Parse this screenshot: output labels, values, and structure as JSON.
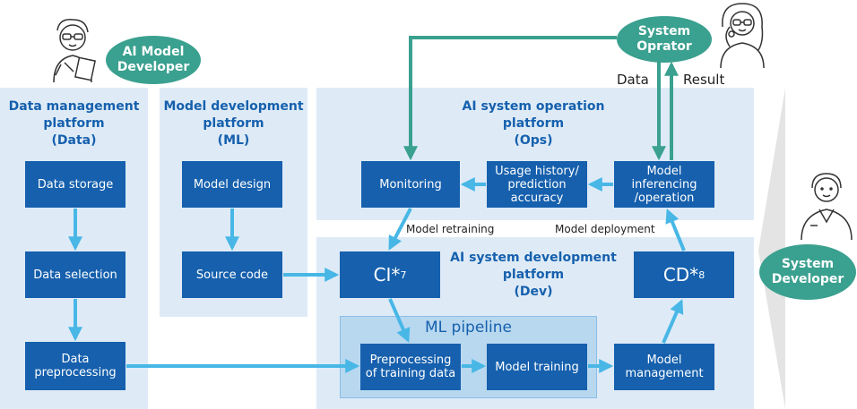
{
  "roles": {
    "ai_model_developer": "AI Model\nDeveloper",
    "system_operator": "System\nOprator",
    "system_developer": "System\nDeveloper"
  },
  "panels": {
    "data": "Data management\nplatform\n(Data)",
    "ml": "Model development\nplatform\n(ML)",
    "ops": "AI system operation\nplatform\n(Ops)",
    "dev": "AI system development\nplatform\n(Dev)",
    "pipeline": "ML pipeline"
  },
  "boxes": {
    "data_storage": "Data storage",
    "data_selection": "Data selection",
    "data_preprocessing": "Data\npreprocessing",
    "model_design": "Model design",
    "source_code": "Source code",
    "monitoring": "Monitoring",
    "usage_history": "Usage history/\nprediction\naccuracy",
    "model_inferencing": "Model\ninferencing\n/operation",
    "ci": "CI*",
    "ci_sup": "7",
    "cd": "CD*",
    "cd_sup": "8",
    "preprocessing_training": "Preprocessing\nof training data",
    "model_training": "Model training",
    "model_management": "Model\nmanagement"
  },
  "labels": {
    "data": "Data",
    "result": "Result",
    "model_retraining": "Model retraining",
    "model_deployment": "Model deployment"
  },
  "colors": {
    "panel": "#deebf7",
    "box": "#1660ad",
    "arrow": "#48b7e6",
    "teal": "#3aa08f",
    "title": "#1660ad"
  }
}
